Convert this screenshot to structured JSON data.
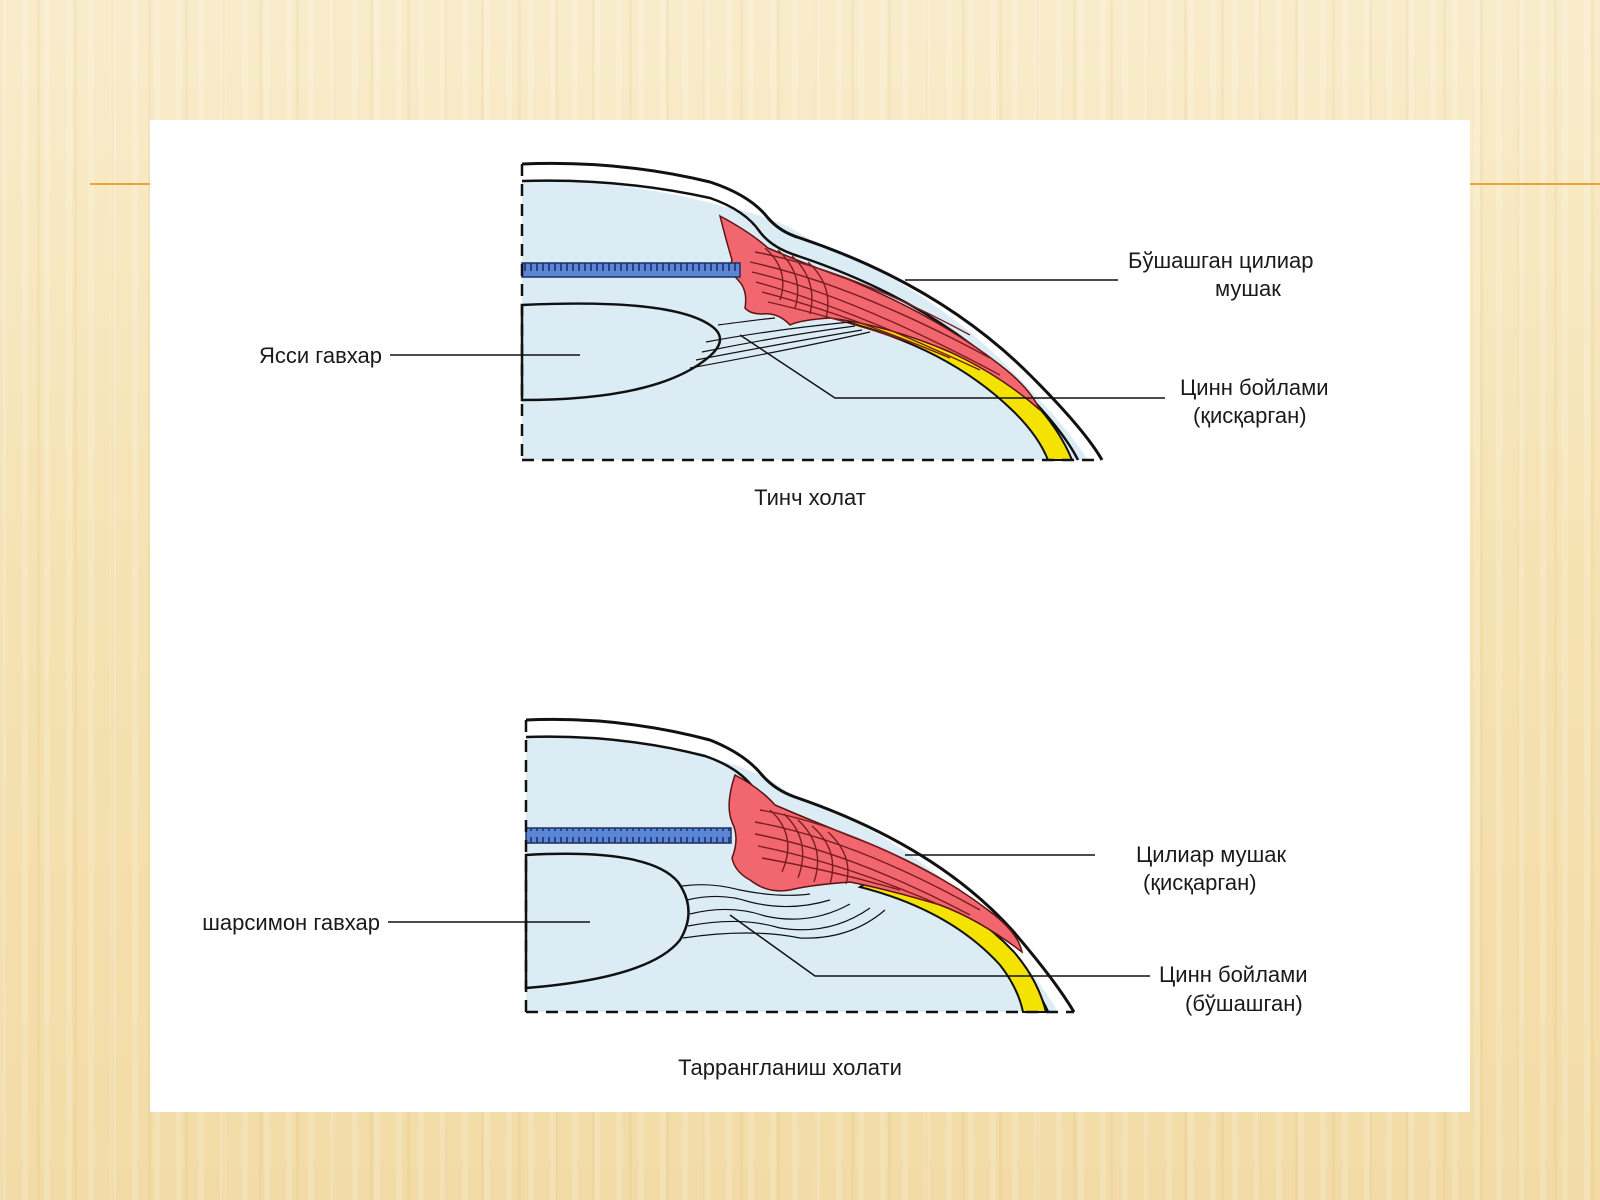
{
  "diagrams": [
    {
      "labels": {
        "lens": "Ясси гавхар",
        "muscle_line1": "Бўшашган цилиар",
        "muscle_line2": "мушак",
        "zonule_line1": "Цинн бойлами",
        "zonule_line2": "(қисқарган)",
        "caption": "Тинч холат"
      }
    },
    {
      "labels": {
        "lens": "шарсимон гавхар",
        "muscle_line1": "Цилиар мушак",
        "muscle_line2": "(қисқарган)",
        "zonule_line1": "Цинн бойлами",
        "zonule_line2": "(бўшашган)",
        "caption": "Таррангланиш холати"
      }
    }
  ],
  "colors": {
    "background": "#f6e6bd",
    "accent_line": "#e8a63a",
    "aqueous": "#dcecf5",
    "iris": "#5b86d6",
    "ciliary_muscle": "#f26670",
    "muscle_fibers": "#7a1d1d",
    "choroid": "#f4e300"
  }
}
